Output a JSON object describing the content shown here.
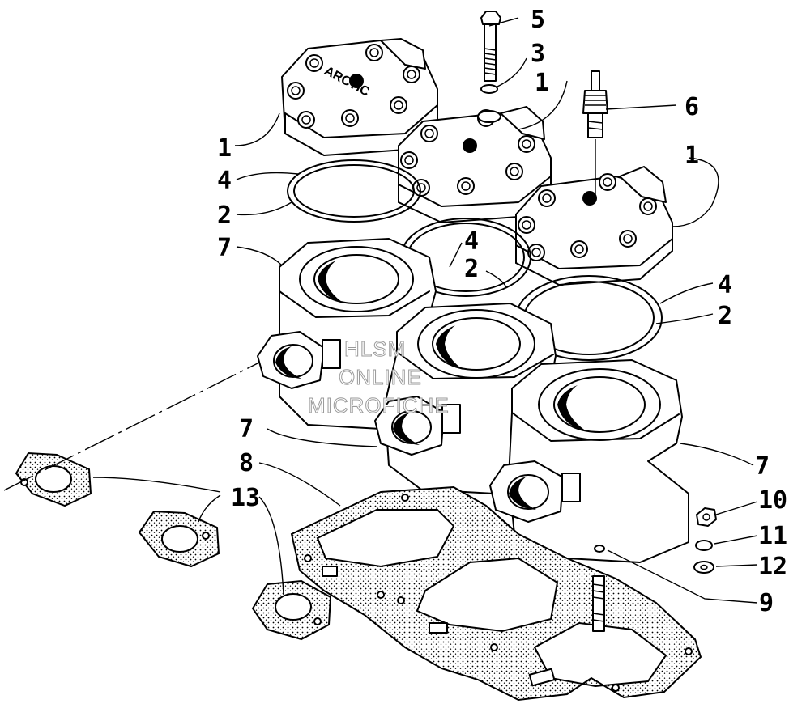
{
  "callouts": [
    {
      "id": "c5",
      "label": "5"
    },
    {
      "id": "c3",
      "label": "3"
    },
    {
      "id": "c1a",
      "label": "1"
    },
    {
      "id": "c6",
      "label": "6"
    },
    {
      "id": "c1b",
      "label": "1"
    },
    {
      "id": "c1c",
      "label": "1"
    },
    {
      "id": "c4a",
      "label": "4"
    },
    {
      "id": "c2a",
      "label": "2"
    },
    {
      "id": "c7a",
      "label": "7"
    },
    {
      "id": "c4b",
      "label": "4"
    },
    {
      "id": "c2b",
      "label": "2"
    },
    {
      "id": "c4c",
      "label": "4"
    },
    {
      "id": "c2c",
      "label": "2"
    },
    {
      "id": "c7b",
      "label": "7"
    },
    {
      "id": "c8",
      "label": "8"
    },
    {
      "id": "c7c",
      "label": "7"
    },
    {
      "id": "c13",
      "label": "13"
    },
    {
      "id": "c10",
      "label": "10"
    },
    {
      "id": "c11",
      "label": "11"
    },
    {
      "id": "c12",
      "label": "12"
    },
    {
      "id": "c9",
      "label": "9"
    }
  ],
  "watermark": [
    "HLSM",
    "ONLINE",
    "MICROFICHE"
  ],
  "head_brand": "ARCTIC"
}
